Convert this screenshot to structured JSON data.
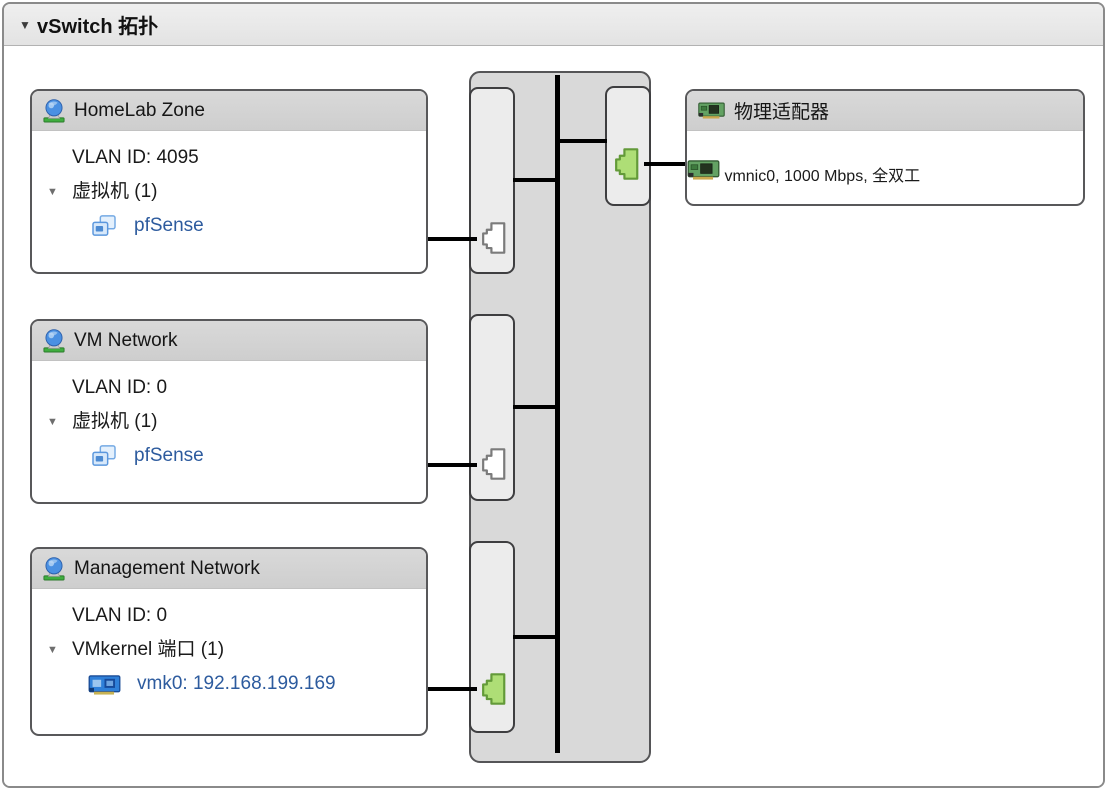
{
  "panel": {
    "title": "vSwitch 拓扑",
    "expander_glyph": "▼"
  },
  "port_groups": [
    {
      "name": "HomeLab Zone",
      "vlan": "VLAN ID: 4095",
      "expander_glyph": "▼",
      "section": "虚拟机 (1)",
      "item": {
        "label": "pfSense",
        "icon": "vm-icon"
      },
      "port_state": "inactive"
    },
    {
      "name": "VM Network",
      "vlan": "VLAN ID: 0",
      "expander_glyph": "▼",
      "section": "虚拟机 (1)",
      "item": {
        "label": "pfSense",
        "icon": "vm-icon"
      },
      "port_state": "inactive"
    },
    {
      "name": "Management Network",
      "vlan": "VLAN ID: 0",
      "expander_glyph": "▼",
      "section": "VMkernel 端口 (1)",
      "item": {
        "label": "vmk0: 192.168.199.169",
        "icon": "vmkernel-nic-icon"
      },
      "port_state": "active"
    }
  ],
  "physical_adapters": {
    "title": "物理适配器",
    "icon": "physical-nic-icon",
    "item": {
      "label": "vmnic0, 1000 Mbps, 全双工",
      "icon": "physical-nic-icon"
    },
    "port_state": "active"
  },
  "colors": {
    "link_text": "#2d5b9e",
    "box_border": "#58585a",
    "box_header_bg": "#d3d3d3",
    "switch_body_bg": "#d9d9d9",
    "switch_slot_bg": "#ececec",
    "backbone": "#000000",
    "port_active_fill": "#aede76",
    "port_active_stroke": "#639a39",
    "port_inactive_fill": "#ffffff",
    "port_inactive_stroke": "#7b7b7b"
  }
}
